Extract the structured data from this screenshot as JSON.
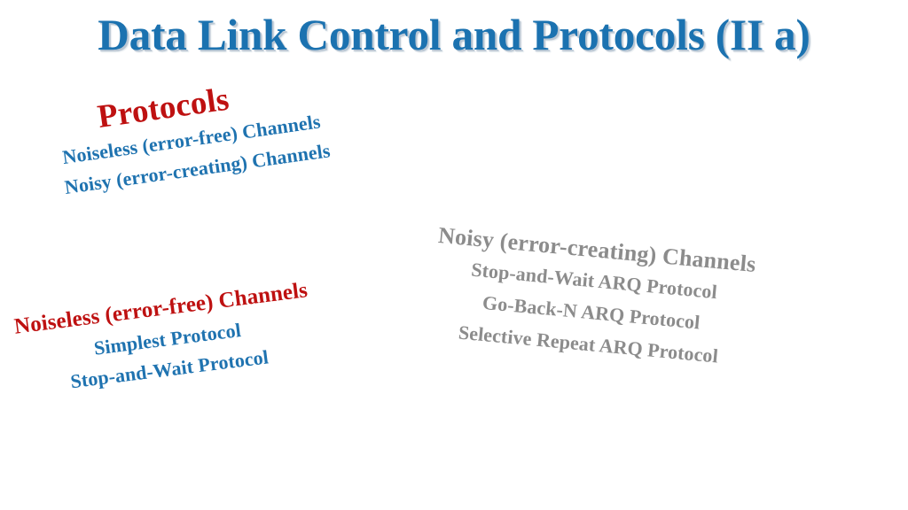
{
  "slide": {
    "title": "Data Link Control and Protocols (II a)",
    "background_color": "#ffffff",
    "colors": {
      "title_blue": "#1b72b0",
      "heading_red": "#be1111",
      "body_blue": "#1f73b0",
      "gray": "#8c8c8c"
    }
  },
  "blocks": {
    "protocols": {
      "heading": "Protocols",
      "items": [
        "Noiseless (error-free) Channels",
        "Noisy (error-creating) Channels"
      ]
    },
    "noiseless": {
      "heading": "Noiseless (error-free) Channels",
      "items": [
        "Simplest Protocol",
        "Stop-and-Wait Protocol"
      ]
    },
    "noisy": {
      "heading": "Noisy (error-creating) Channels",
      "items": [
        "Stop-and-Wait ARQ Protocol",
        "Go-Back-N ARQ Protocol",
        "Selective Repeat ARQ Protocol"
      ]
    }
  }
}
